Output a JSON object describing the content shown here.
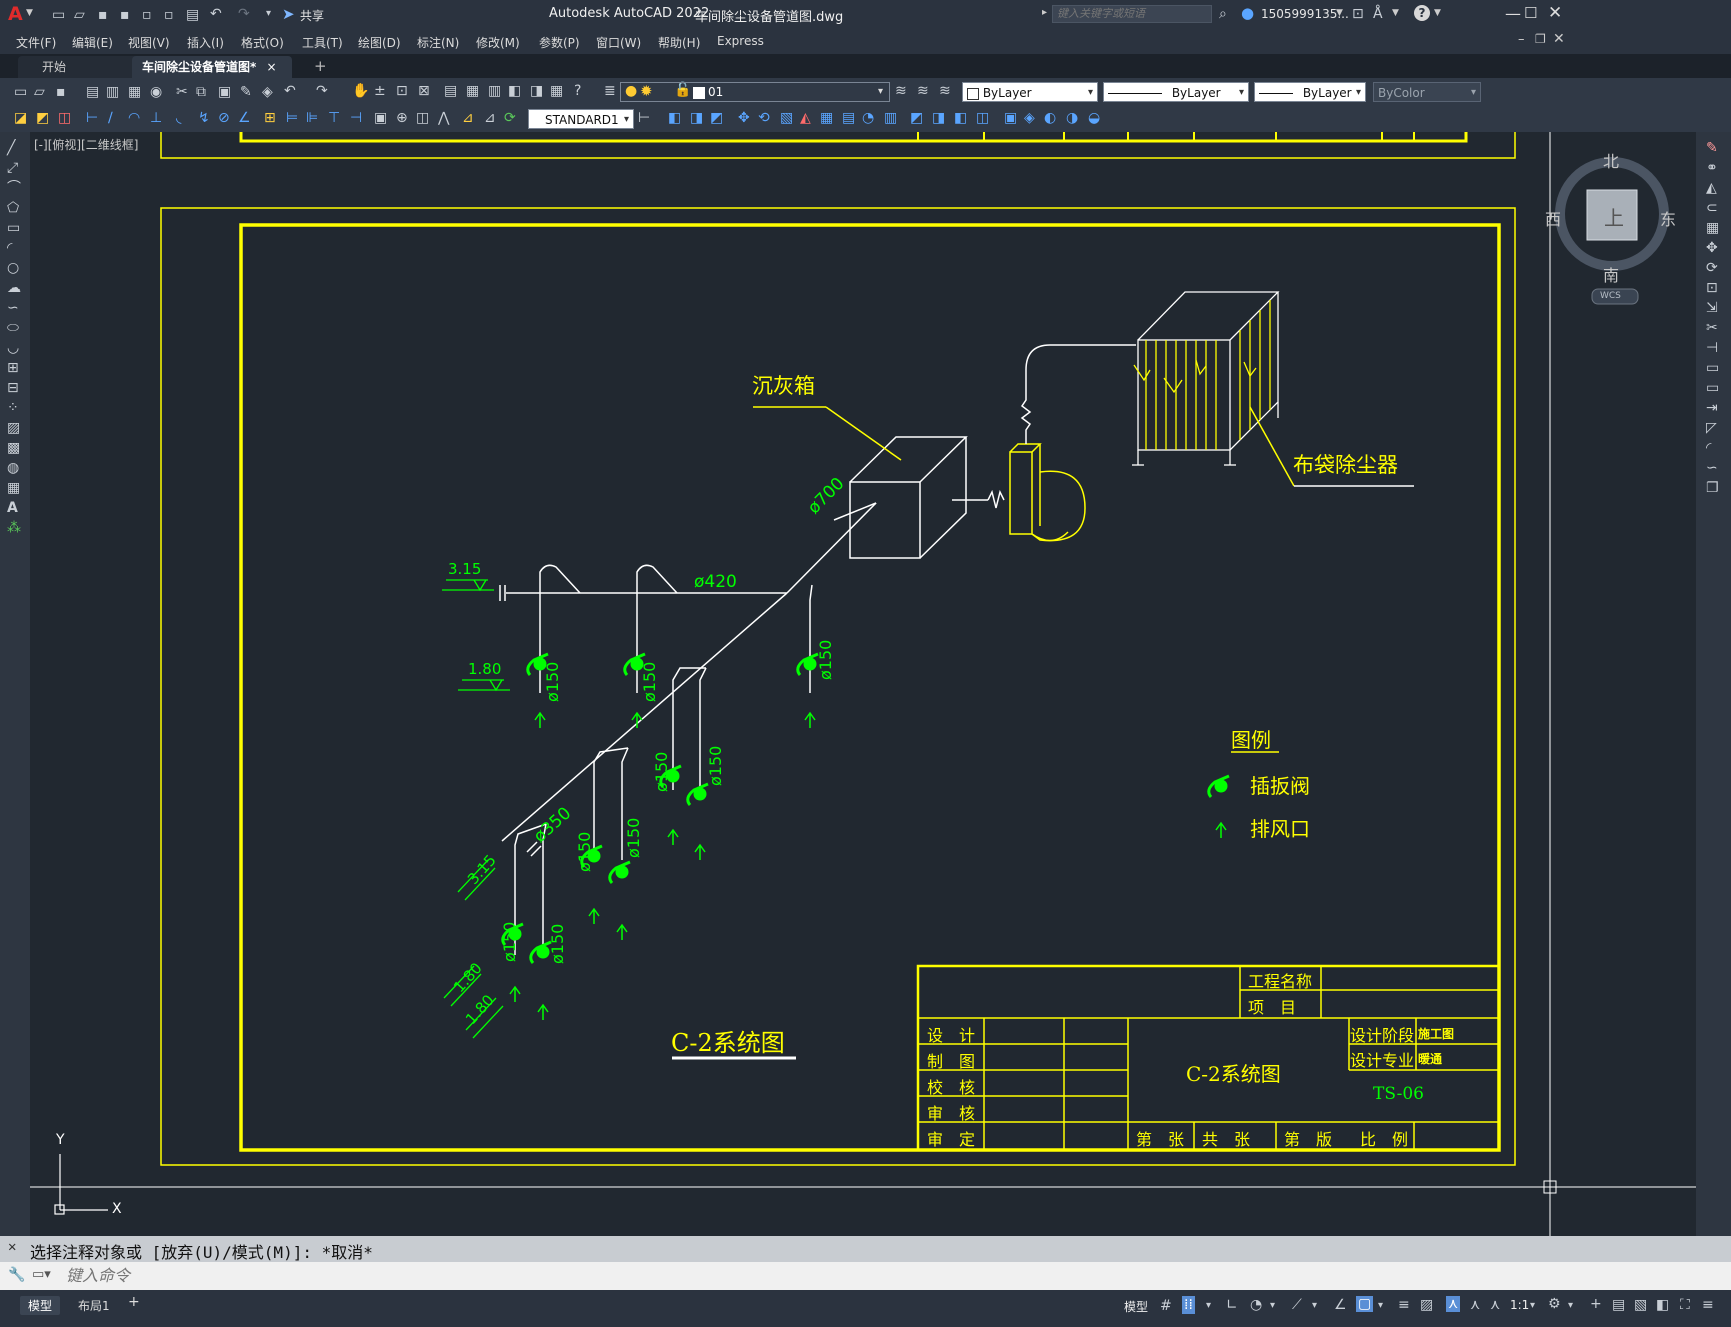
{
  "app": {
    "logo": "A",
    "title": "Autodesk AutoCAD 2022",
    "filename": "车间除尘设备管道图.dwg",
    "share_label": "共享",
    "search_placeholder": "键入关键字或短语",
    "user": "1505999135...",
    "window_controls": [
      "minimize-icon",
      "maximize-icon",
      "close-icon"
    ]
  },
  "menu": [
    "文件(F)",
    "编辑(E)",
    "视图(V)",
    "插入(I)",
    "格式(O)",
    "工具(T)",
    "绘图(D)",
    "标注(N)",
    "修改(M)",
    "参数(P)",
    "窗口(W)",
    "帮助(H)",
    "Express"
  ],
  "tabs": {
    "start": "开始",
    "active": "车间除尘设备管道图*",
    "close": "×",
    "add": "+"
  },
  "toolbar": {
    "layer_value": "01",
    "color_value": "ByLayer",
    "linetype_value": "ByLayer",
    "lineweight_value": "ByLayer",
    "plotstyle_value": "ByColor",
    "dimstyle_value": "STANDARD1"
  },
  "viewport_label": "[-][俯视][二维线框]",
  "viewcube": {
    "north": "北",
    "south": "南",
    "east": "东",
    "west": "西",
    "face": "上",
    "wcs": "WCS"
  },
  "ucs": {
    "x": "X",
    "y": "Y"
  },
  "drawing": {
    "dust_box_label": "沉灰箱",
    "bag_filter_label": "布袋除尘器",
    "pipe_main": "ø700",
    "pipe_branch_420": "ø420",
    "pipe_branch_350": "ø350",
    "pipe_150": "ø150",
    "elev_315": "3.15",
    "elev_180": "1.80",
    "legend_title": "图例",
    "legend_valve": "插扳阀",
    "legend_outlet": "排风口",
    "system_title": "C-2系统图",
    "colors": {
      "frame": "#ffff00",
      "pipe": "#ffffff",
      "annotation": "#00ff00",
      "equipment": "#ffff00"
    }
  },
  "titleblock": {
    "project_name": "工程名称",
    "item": "项　目",
    "design": "设　计",
    "drawing": "制　图",
    "check": "校　核",
    "review": "审　核",
    "approve": "审　定",
    "title": "C-2系统图",
    "stage_label": "设计阶段",
    "stage_value": "施工图",
    "discipline_label": "设计专业",
    "discipline_value": "暖通",
    "drawing_no": "TS-06",
    "sheet_no": "第　张",
    "total": "共　张",
    "edition": "第　版",
    "scale": "比　例"
  },
  "command": {
    "history": "选择注释对象或 [放弃(U)/模式(M)]: *取消*",
    "placeholder": "键入命令"
  },
  "status": {
    "model_tab": "模型",
    "layout_tab": "布局1",
    "add": "+",
    "model_space": "模型",
    "scale": "1:1"
  }
}
